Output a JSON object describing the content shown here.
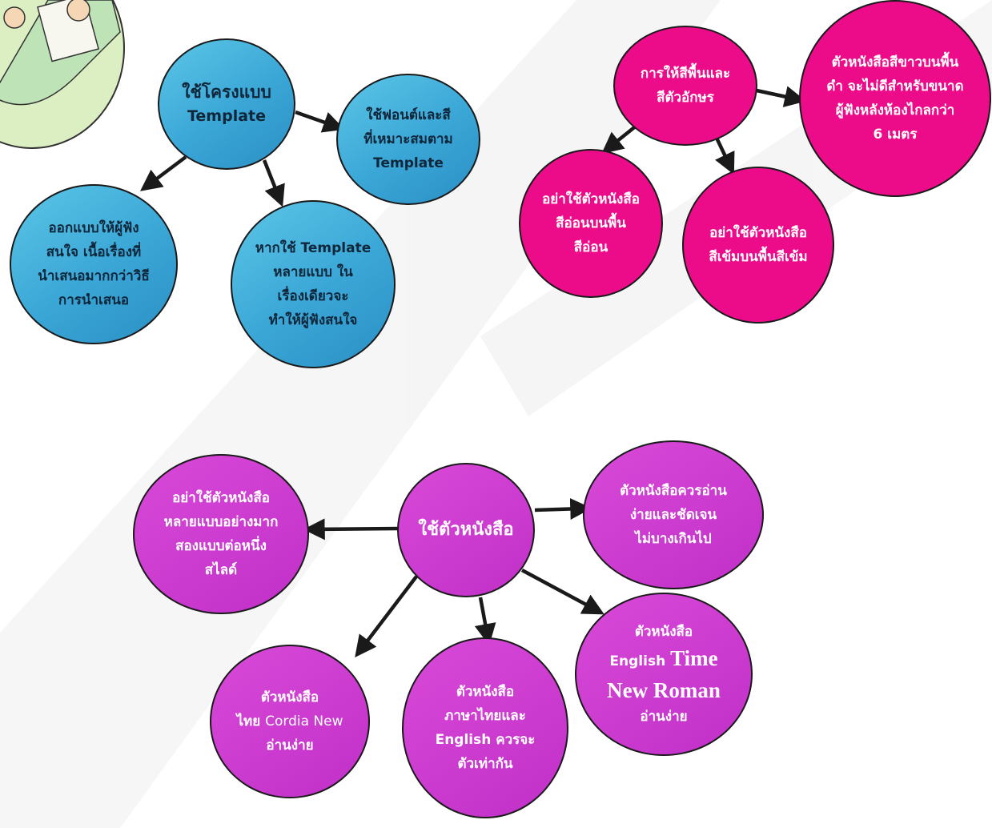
{
  "groups": {
    "template": {
      "main": [
        "ใช้โครงแบบ",
        "Template"
      ],
      "font_color": [
        "ใช้ฟอนต์และสี",
        "ที่เหมาะสมตาม",
        "Template"
      ],
      "design_interest": [
        "ออกแบบให้ผู้ฟัง",
        "สนใจ เนื้อเรื่องที่",
        "นำเสนอมากกว่าวิธี",
        "การนำเสนอ"
      ],
      "many_templates": [
        "หากใช้ Template",
        "หลายแบบ ใน",
        "เรื่องเดียวจะ",
        "ทำให้ผู้ฟังสนใจ"
      ]
    },
    "color": {
      "main": [
        "การให้สีพื้นและ",
        "สีตัวอักษร"
      ],
      "white_on_black": [
        "ตัวหนังสือสีขาวบนพื้น",
        "ดำ จะไม่ดีสำหรับขนาด",
        "ผู้ฟังหลังห้องไกลกว่า",
        "6 เมตร"
      ],
      "light_on_light": [
        "อย่าใช้ตัวหนังสือ",
        "สีอ่อนบนพื้น",
        "สีอ่อน"
      ],
      "dark_on_dark": [
        "อย่าใช้ตัวหนังสือ",
        "สีเข้มบนพื้นสีเข้ม"
      ]
    },
    "font": {
      "main": [
        "ใช้ตัวหนังสือ"
      ],
      "readable": [
        "ตัวหนังสือควรอ่าน",
        "ง่ายและชัดเจน",
        "ไม่บางเกินไป"
      ],
      "too_many": [
        "อย่าใช้ตัวหนังสือ",
        "หลายแบบอย่างมาก",
        "สองแบบต่อหนึ่ง",
        "สไลด์"
      ],
      "english_font": {
        "line1": "ตัวหนังสือ",
        "line2a": "English",
        "line2b": "Time",
        "line3": "New Roman",
        "line4": "อ่านง่าย"
      },
      "thai_font": {
        "line1": "ตัวหนังสือ",
        "line2a": "ไทย",
        "line2b": "Cordia New",
        "line3": "อ่านง่าย"
      },
      "same_size": [
        "ตัวหนังสือ",
        "ภาษาไทยและ",
        "English ควรจะ",
        "ตัวเท่ากัน"
      ]
    }
  },
  "colors": {
    "blue_node": "#3aa6d6",
    "pink_node": "#ec0c8a",
    "purple_node": "#c838cc",
    "arrow": "#1a1a1a"
  },
  "icons": [
    "mascot-illustration",
    "arrow-icon",
    "watermark-shape"
  ]
}
